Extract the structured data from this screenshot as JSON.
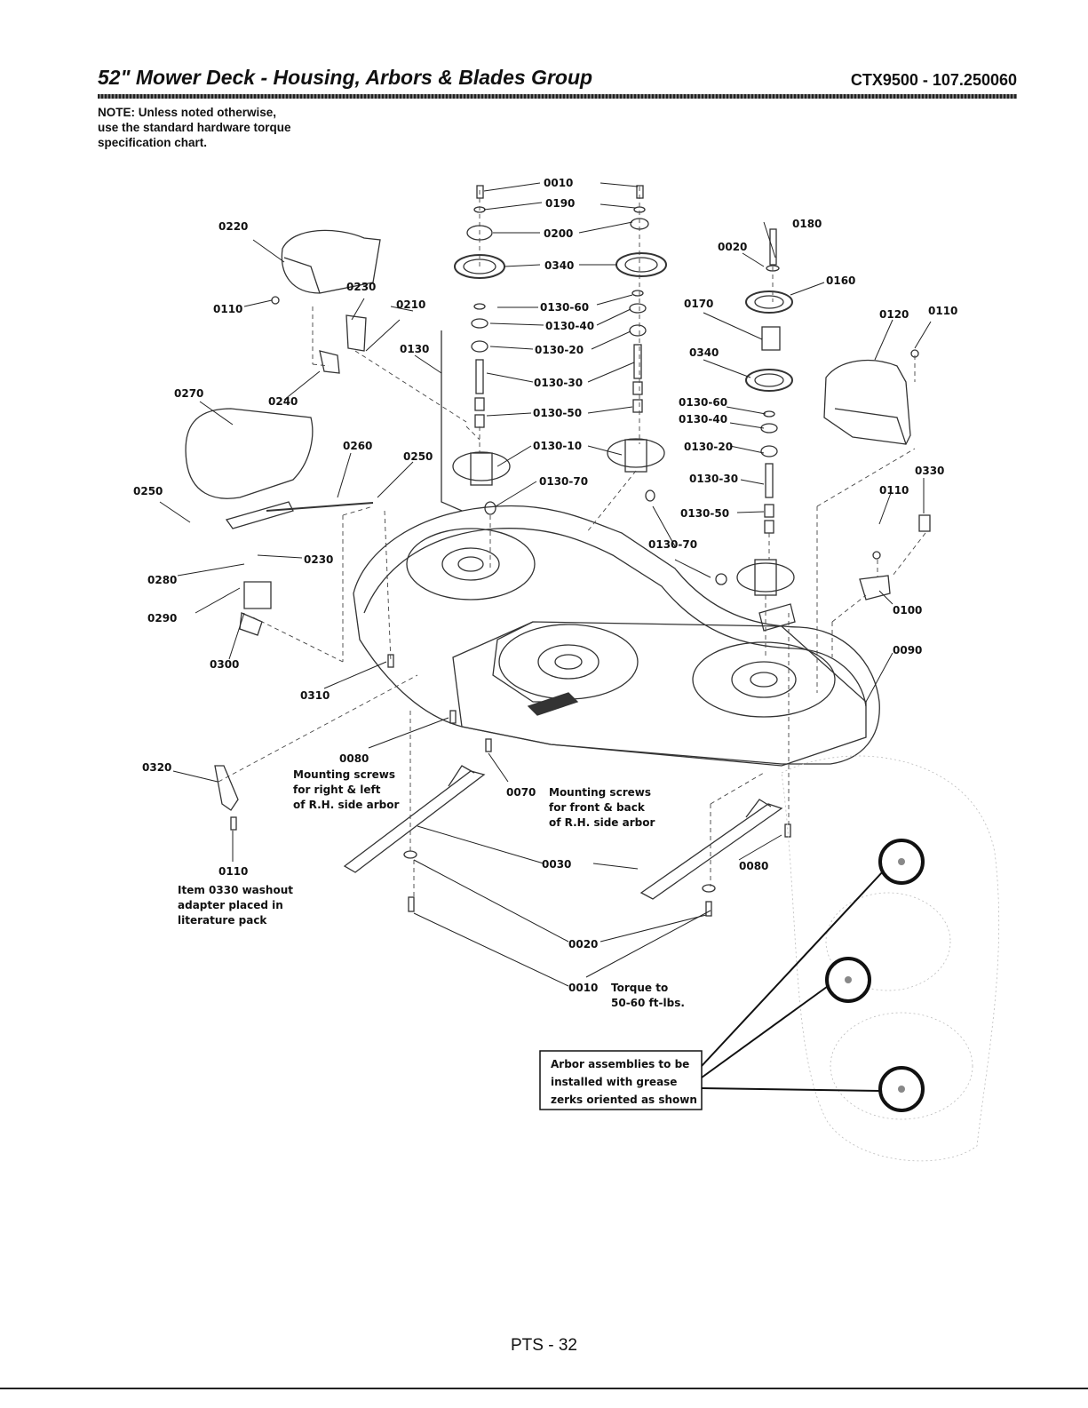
{
  "header": {
    "title": "52\" Mower Deck - Housing, Arbors & Blades Group",
    "model": "CTX9500 - 107.250060"
  },
  "note": {
    "lines": [
      "NOTE: Unless noted otherwise,",
      "use the standard hardware torque",
      "specification chart."
    ]
  },
  "callouts": {
    "c0010_top": "0010",
    "c0190": "0190",
    "c0200": "0200",
    "c0340_top": "0340",
    "c0220": "0220",
    "c0110_a": "0110",
    "c0230_a": "0230",
    "c0210": "0210",
    "c0130": "0130",
    "c0130_60_a": "0130-60",
    "c0130_40_a": "0130-40",
    "c0130_20_a": "0130-20",
    "c0130_30_a": "0130-30",
    "c0130_50_a": "0130-50",
    "c0130_10": "0130-10",
    "c0130_70_a": "0130-70",
    "c0180": "0180",
    "c0020_top": "0020",
    "c0160": "0160",
    "c0170": "0170",
    "c0340_b": "0340",
    "c0120": "0120",
    "c0110_b": "0110",
    "c0130_60_b": "0130-60",
    "c0130_40_b": "0130-40",
    "c0130_20_b": "0130-20",
    "c0130_30_b": "0130-30",
    "c0130_50_b": "0130-50",
    "c0130_70_b": "0130-70",
    "c0330": "0330",
    "c0110_c": "0110",
    "c0100": "0100",
    "c0090": "0090",
    "c0270": "0270",
    "c0240": "0240",
    "c0260": "0260",
    "c0250_a": "0250",
    "c0250_b": "0250",
    "c0230_b": "0230",
    "c0280": "0280",
    "c0290": "0290",
    "c0300": "0300",
    "c0310": "0310",
    "c0320": "0320",
    "c0110_d": "0110",
    "c0080_a": "0080",
    "c0070": "0070",
    "c0030": "0030",
    "c0080_b": "0080",
    "c0020_b": "0020",
    "c0010_b": "0010"
  },
  "annotations": {
    "left_arbor_screws": [
      "Mounting screws",
      "for right & left",
      "of R.H. side arbor"
    ],
    "front_back_screws": [
      "Mounting screws",
      "for front & back",
      "of R.H. side arbor"
    ],
    "washout": [
      "Item 0330 washout",
      "adapter placed in",
      "literature pack"
    ],
    "torque": [
      "Torque to",
      "50-60 ft-lbs."
    ],
    "arbor_note": [
      "Arbor assemblies to be",
      "installed with grease",
      "zerks oriented as shown"
    ]
  },
  "footer": {
    "page": "PTS - 32"
  }
}
